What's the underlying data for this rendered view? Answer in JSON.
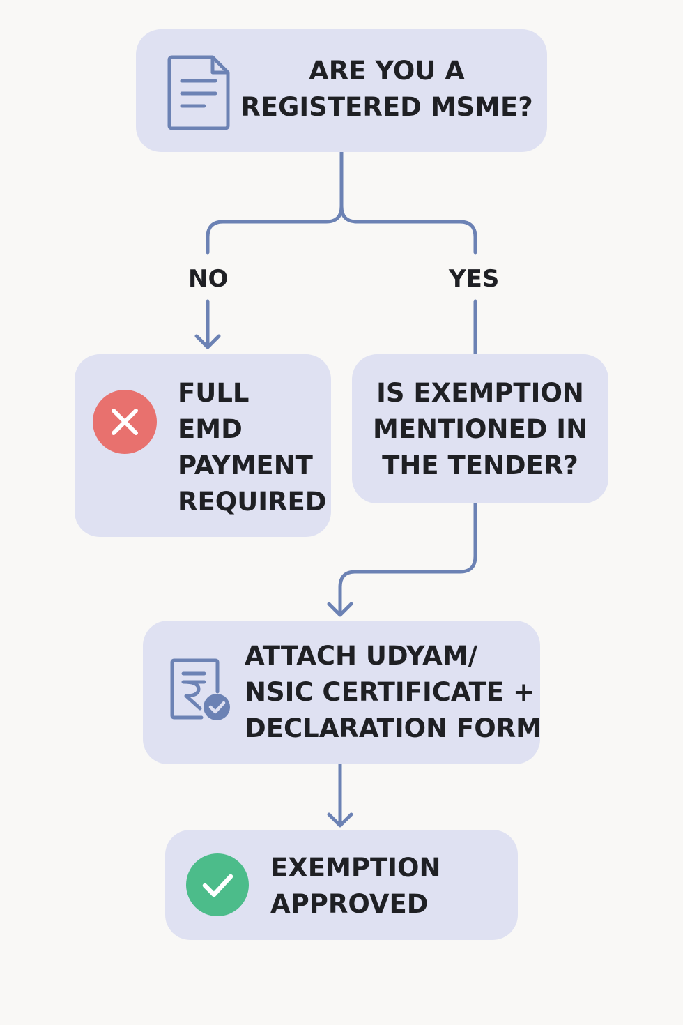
{
  "colors": {
    "background": "#f9f8f6",
    "node_fill": "#dfe1f2",
    "connector": "#6c82b4",
    "text": "#1f2024",
    "no_badge": "#e8716e",
    "yes_badge": "#4cbc8a"
  },
  "nodes": {
    "question_msme": {
      "icon": "document-icon",
      "lines": [
        "ARE YOU A",
        "REGISTERED MSME?"
      ]
    },
    "full_emd": {
      "icon": "x-circle-icon",
      "lines": [
        "FULL",
        "EMD",
        "PAYMENT",
        "REQUIRED"
      ]
    },
    "question_exemption": {
      "lines": [
        "IS EXEMPTION",
        "MENTIONED IN",
        "THE TENDER?"
      ]
    },
    "attach_certificate": {
      "icon": "rupee-certificate-check-icon",
      "lines": [
        "ATTACH UDYAM/",
        "NSIC CERTIFICATE +",
        "DECLARATION FORM"
      ]
    },
    "exemption_approved": {
      "icon": "check-circle-icon",
      "lines": [
        "EXEMPTION",
        "APPROVED"
      ]
    }
  },
  "branches": {
    "no": "NO",
    "yes": "YES"
  }
}
